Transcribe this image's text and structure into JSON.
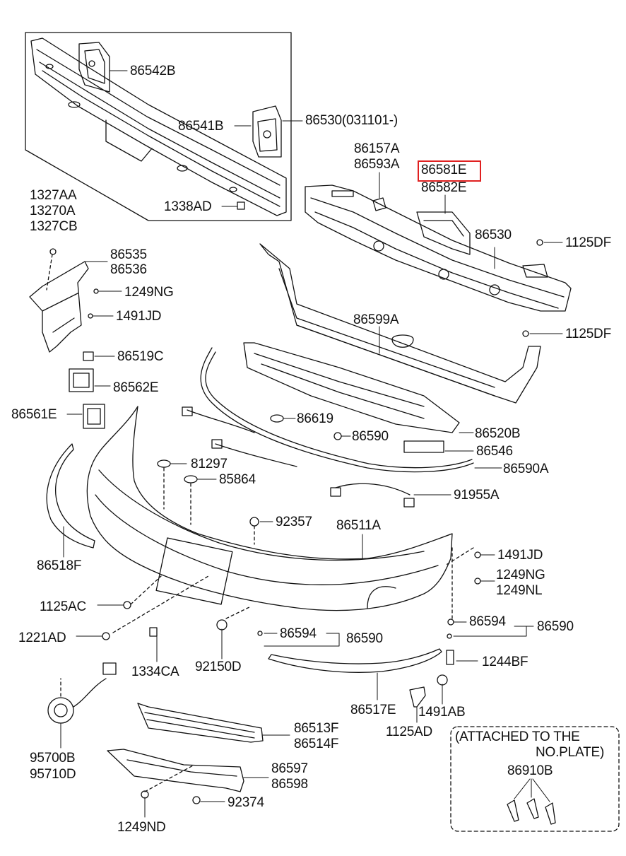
{
  "labels": {
    "p86542B": "86542B",
    "p86541B": "86541B",
    "p86530_dated": "86530(031101-)",
    "p1338AD": "1338AD",
    "p86157A": "86157A",
    "p86593A": "86593A",
    "p86581E": "86581E",
    "p86582E": "86582E",
    "p86530": "86530",
    "p1125DF_a": "1125DF",
    "p1125DF_b": "1125DF",
    "p1327AA": "1327AA",
    "p13270A": "13270A",
    "p1327CB": "1327CB",
    "p86535": "86535",
    "p86536": "86536",
    "p1249NG_a": "1249NG",
    "p1491JD_a": "1491JD",
    "p86519C": "86519C",
    "p86562E": "86562E",
    "p86561E": "86561E",
    "p86599A": "86599A",
    "p86619": "86619",
    "p86590_a": "86590",
    "p86520B": "86520B",
    "p86546": "86546",
    "p86590A": "86590A",
    "p81297": "81297",
    "p85864": "85864",
    "p91955A": "91955A",
    "p92357": "92357",
    "p86511A": "86511A",
    "p86518F": "86518F",
    "p1491JD_b": "1491JD",
    "p1249NG_b": "1249NG",
    "p1249NL": "1249NL",
    "p1125AC": "1125AC",
    "p86594_a": "86594",
    "p86590_b": "86590",
    "p1221AD": "1221AD",
    "p86594_b": "86594",
    "p86590_c": "86590",
    "p1244BF": "1244BF",
    "p1334CA": "1334CA",
    "p92150D": "92150D",
    "p86517E": "86517E",
    "p1491AB": "1491AB",
    "p1125AD": "1125AD",
    "p86513F": "86513F",
    "p86514F": "86514F",
    "p95700B": "95700B",
    "p95710D": "95710D",
    "p86597": "86597",
    "p86598": "86598",
    "p92374": "92374",
    "p1249ND": "1249ND",
    "attached_line1": "(ATTACHED TO THE",
    "attached_line2": "NO.PLATE)",
    "p86910B": "86910B"
  },
  "highlight": {
    "part": "86581E",
    "color": "#e02020"
  }
}
